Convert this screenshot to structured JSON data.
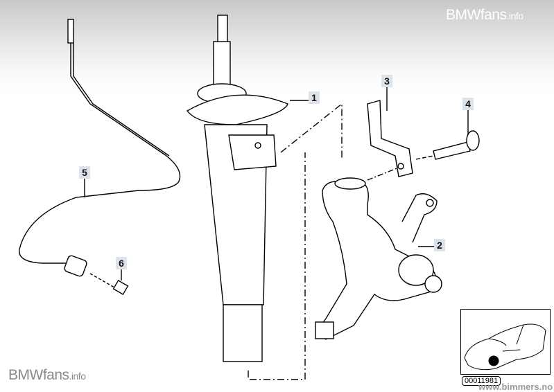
{
  "watermarks": {
    "top_brand": "BMWfans",
    "top_suffix": ".info",
    "bottom_brand": "BMWfans",
    "bottom_suffix": ".info",
    "site": "www.bimmers.no"
  },
  "parts": [
    {
      "number": "1"
    },
    {
      "number": "2"
    },
    {
      "number": "3"
    },
    {
      "number": "4"
    },
    {
      "number": "5"
    },
    {
      "number": "6"
    }
  ],
  "inset": {
    "code": "00011981"
  }
}
